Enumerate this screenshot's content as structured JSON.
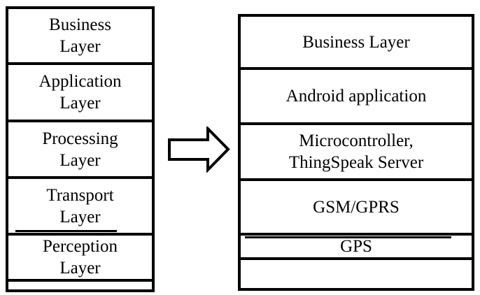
{
  "palette": {
    "background": "#ffffff",
    "border": "#000000",
    "text": "#000000"
  },
  "left_stack": {
    "layers": [
      {
        "label": "Business\nLayer"
      },
      {
        "label": "Application\nLayer"
      },
      {
        "label": "Processing\nLayer"
      },
      {
        "label": "Transport\nLayer"
      },
      {
        "label": "Perception\nLayer"
      }
    ]
  },
  "arrow": {
    "icon": "block-arrow-right"
  },
  "right_stack": {
    "layers": [
      {
        "label": "Business Layer"
      },
      {
        "label": "Android application"
      },
      {
        "label": "Microcontroller,\nThingSpeak Server"
      },
      {
        "label": "GSM/GPRS"
      },
      {
        "label": "GPS"
      }
    ]
  }
}
